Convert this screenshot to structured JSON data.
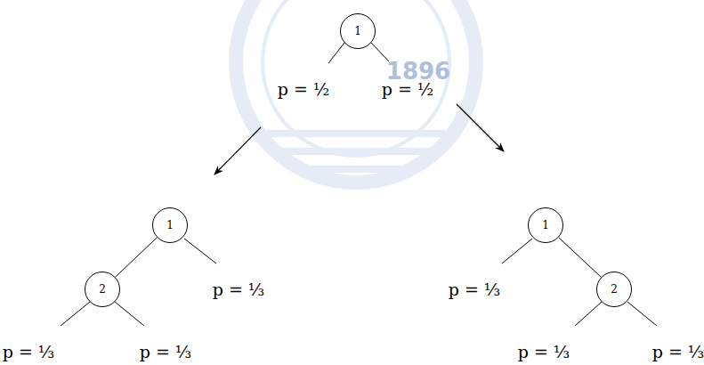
{
  "diagram": {
    "nodes": [
      {
        "text": [
          "1"
        ]
      },
      {
        "text": [
          "1"
        ]
      },
      {
        "text": [
          "2"
        ]
      },
      {
        "text": [
          "1"
        ]
      },
      {
        "text": [
          "2"
        ]
      }
    ],
    "edges": [
      {
        "from": 1,
        "to": 2,
        "arrow": "none"
      },
      {
        "from": 3,
        "to": 4,
        "arrow": "none"
      }
    ],
    "labels": [
      "1896",
      "p = ½",
      "p = ½",
      "p = ⅓",
      "p = ⅓",
      "p = ⅓",
      "p = ⅓",
      "p = ⅓",
      "p = ⅓"
    ]
  }
}
